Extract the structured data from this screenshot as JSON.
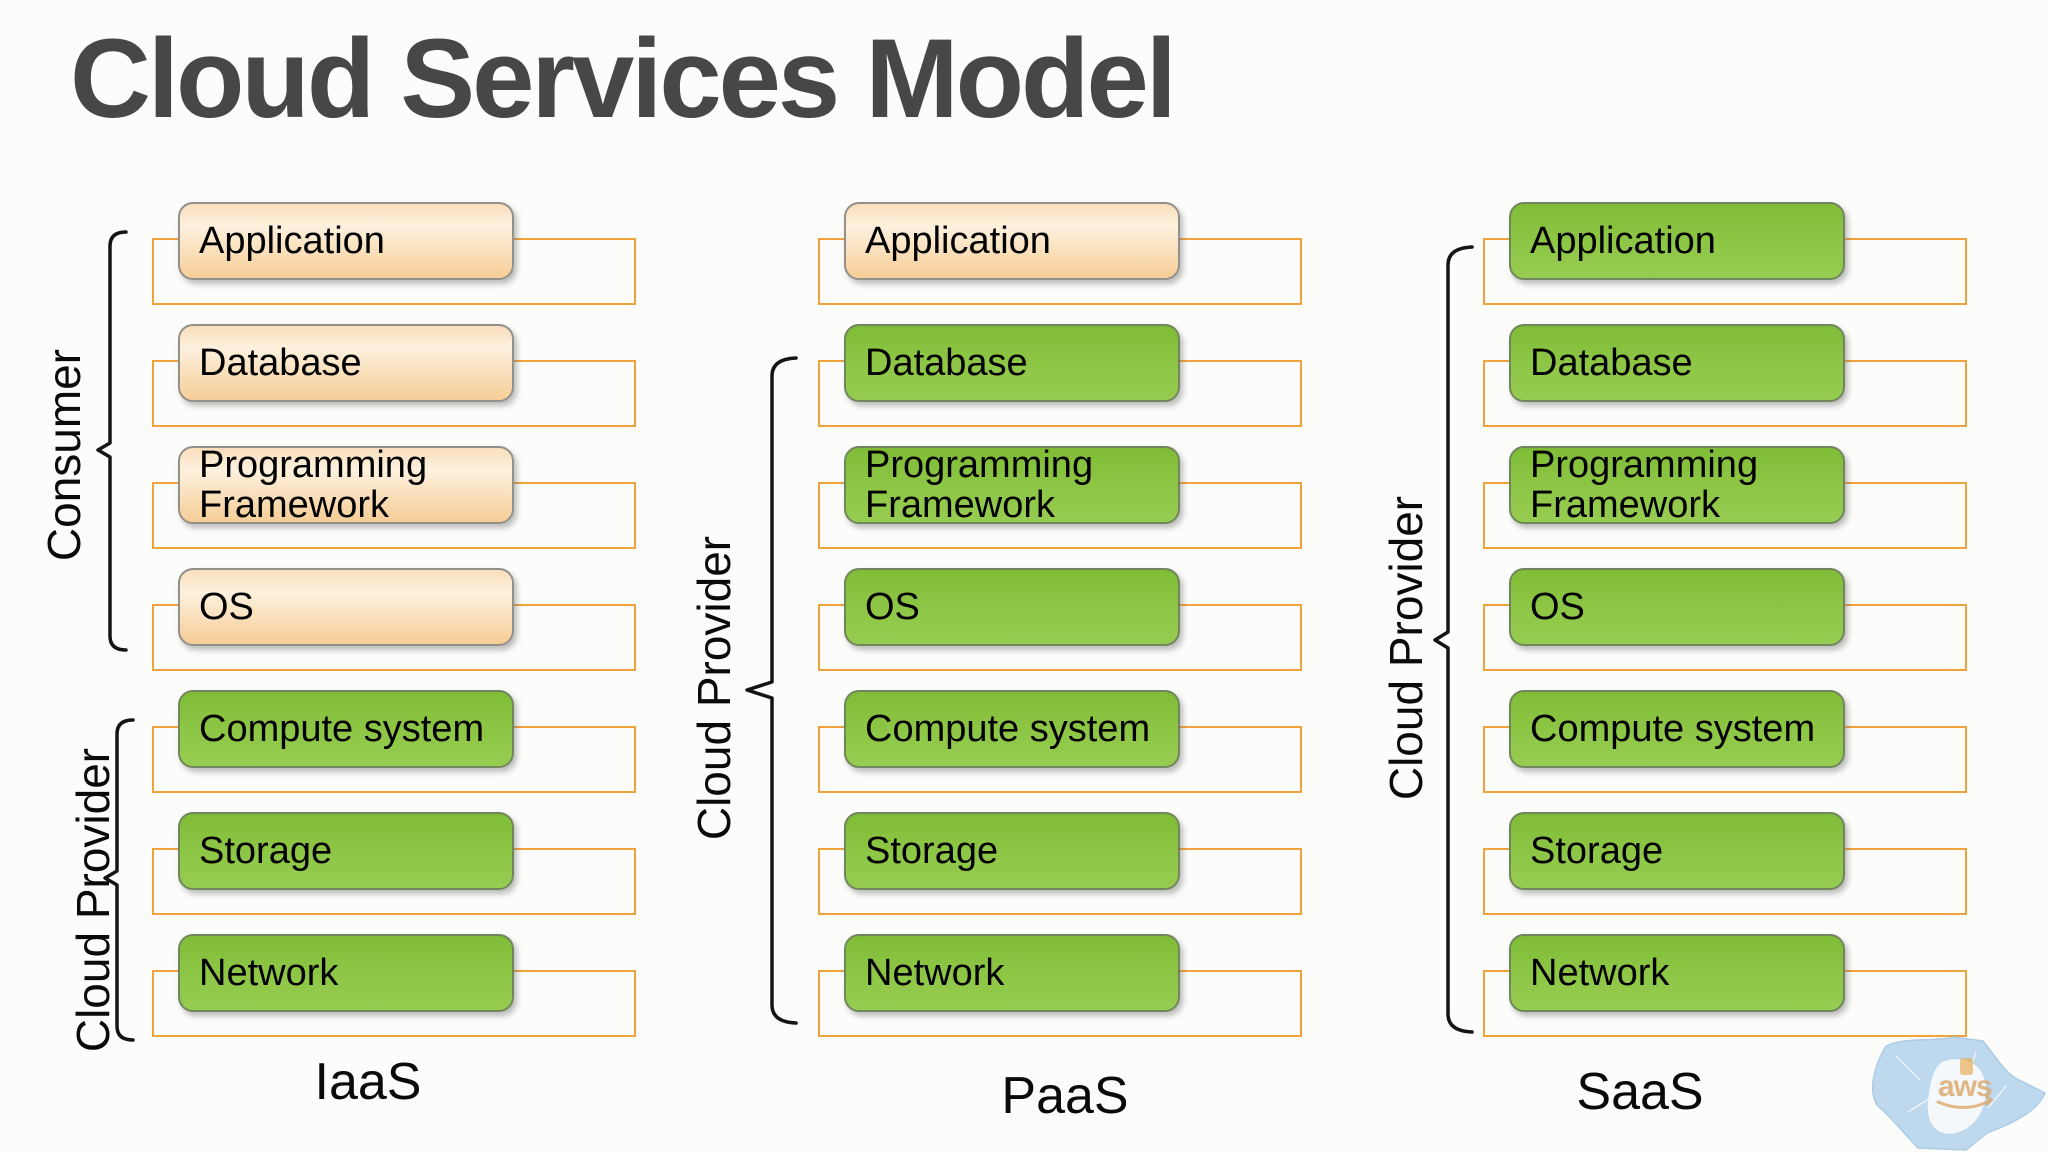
{
  "title": "Cloud Services Model",
  "colors": {
    "consumer_box_top": "#f9debc",
    "consumer_box_bottom": "#f6cd96",
    "provider_box_top": "#7fbc37",
    "provider_box_bottom": "#96cc51",
    "offset_frame_stroke": "#f0a23c",
    "bracket_stroke": "#141414",
    "title_text": "#474747",
    "watermark_map_fill": "#b9d6ec",
    "watermark_logo": "#d9a05c"
  },
  "columns": [
    {
      "label": "IaaS",
      "rows": [
        {
          "label": "Application",
          "managed_by": "consumer"
        },
        {
          "label": "Database",
          "managed_by": "consumer"
        },
        {
          "label": "Programming Framework",
          "managed_by": "consumer"
        },
        {
          "label": "OS",
          "managed_by": "consumer"
        },
        {
          "label": "Compute system",
          "managed_by": "provider"
        },
        {
          "label": "Storage",
          "managed_by": "provider"
        },
        {
          "label": "Network",
          "managed_by": "provider"
        }
      ],
      "brackets": [
        {
          "label": "Consumer"
        },
        {
          "label": "Cloud Provider"
        }
      ]
    },
    {
      "label": "PaaS",
      "rows": [
        {
          "label": "Application",
          "managed_by": "consumer"
        },
        {
          "label": "Database",
          "managed_by": "provider"
        },
        {
          "label": "Programming Framework",
          "managed_by": "provider"
        },
        {
          "label": "OS",
          "managed_by": "provider"
        },
        {
          "label": "Compute system",
          "managed_by": "provider"
        },
        {
          "label": "Storage",
          "managed_by": "provider"
        },
        {
          "label": "Network",
          "managed_by": "provider"
        }
      ],
      "brackets": [
        {
          "label": "Cloud Provider"
        }
      ]
    },
    {
      "label": "SaaS",
      "rows": [
        {
          "label": "Application",
          "managed_by": "provider"
        },
        {
          "label": "Database",
          "managed_by": "provider"
        },
        {
          "label": "Programming Framework",
          "managed_by": "provider"
        },
        {
          "label": "OS",
          "managed_by": "provider"
        },
        {
          "label": "Compute system",
          "managed_by": "provider"
        },
        {
          "label": "Storage",
          "managed_by": "provider"
        },
        {
          "label": "Network",
          "managed_by": "provider"
        }
      ],
      "brackets": [
        {
          "label": "Cloud Provider"
        }
      ]
    }
  ],
  "watermark": {
    "label": "aws"
  }
}
